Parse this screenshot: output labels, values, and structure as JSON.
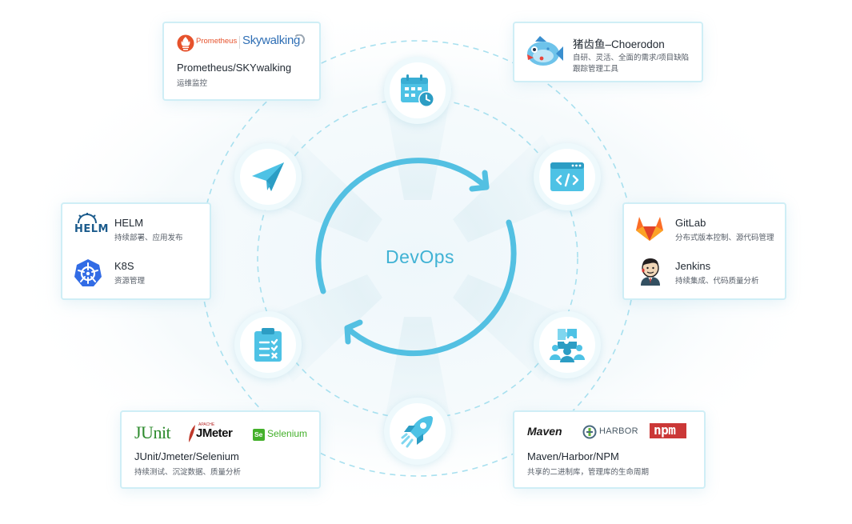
{
  "diagram": {
    "center_label": "DevOps",
    "accent_color": "#4cc3e6",
    "stage_icons": [
      "calendar-clock-icon",
      "code-window-icon",
      "team-puzzle-icon",
      "rocket-icon",
      "clipboard-checklist-icon",
      "paper-plane-icon"
    ]
  },
  "cards": {
    "monitoring": {
      "logo1": "Prometheus",
      "logo2": "Skywalking",
      "title": "Prometheus/SKYwalking",
      "desc": "运维监控"
    },
    "choerodon": {
      "title": "猪齿鱼–Choerodon",
      "desc_line1": "自研、灵活、全面的需求/项目缺陷",
      "desc_line2": "跟踪管理工具"
    },
    "helm_k8s": {
      "helm_logo": "HELM",
      "helm_title": "HELM",
      "helm_desc": "持续部署、应用发布",
      "k8s_title": "K8S",
      "k8s_desc": "资源管理"
    },
    "gitlab_jenkins": {
      "gitlab_title": "GitLab",
      "gitlab_desc": "分布式版本控制、源代码管理",
      "jenkins_title": "Jenkins",
      "jenkins_desc": "持续集成、代码质量分析"
    },
    "testing": {
      "logo_junit": "JUnit",
      "logo_jmeter_small": "APACHE",
      "logo_jmeter": "JMeter",
      "logo_selenium_badge": "Se",
      "logo_selenium": "Selenium",
      "title": "JUnit/Jmeter/Selenium",
      "desc": "持续测试、沉淀数据、质量分析"
    },
    "artifacts": {
      "logo_maven": "Maven",
      "logo_harbor": "HARBOR",
      "logo_npm": "npm",
      "title": "Maven/Harbor/NPM",
      "desc": "共享的二进制库，管理库的生命周期"
    }
  }
}
